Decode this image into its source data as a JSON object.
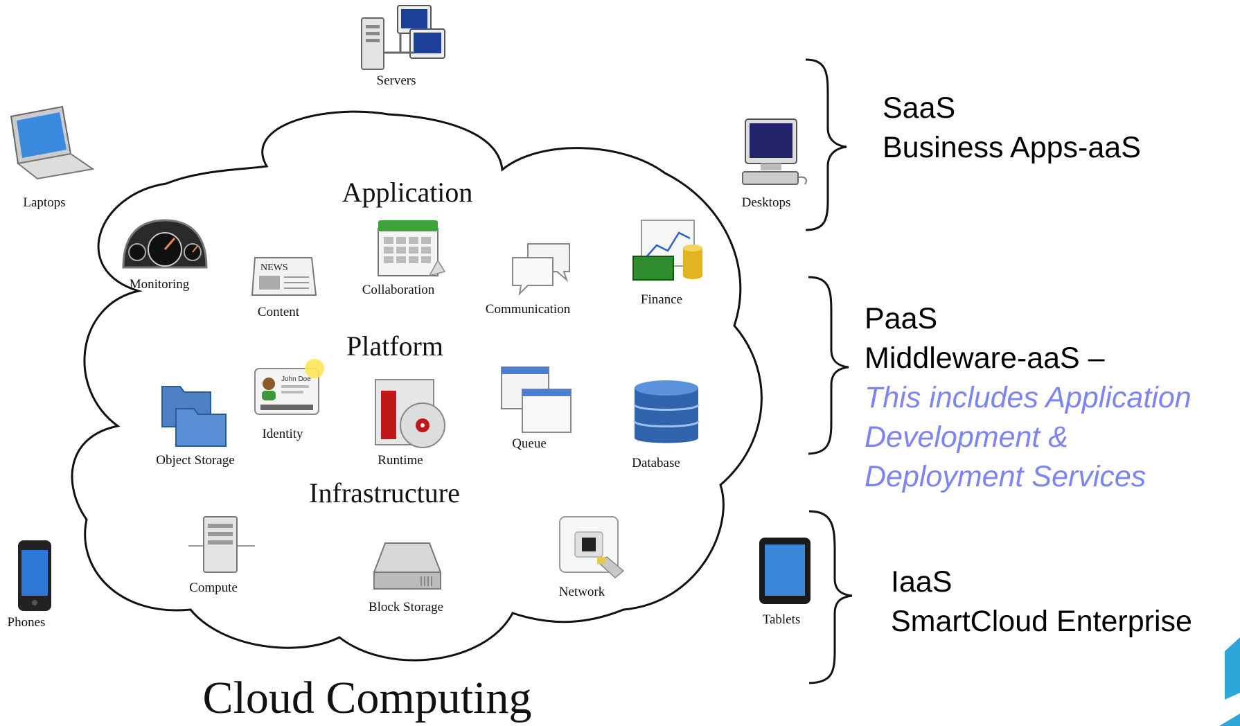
{
  "diagram": {
    "title": "Cloud Computing",
    "sections": {
      "application": "Application",
      "platform": "Platform",
      "infrastructure": "Infrastructure"
    },
    "application_items": {
      "monitoring": "Monitoring",
      "content": "Content",
      "collaboration": "Collaboration",
      "communication": "Communication",
      "finance": "Finance",
      "news_text": "NEWS"
    },
    "platform_items": {
      "identity": "Identity",
      "identity_card_name": "John Doe",
      "object_storage": "Object Storage",
      "runtime": "Runtime",
      "queue": "Queue",
      "database": "Database"
    },
    "infrastructure_items": {
      "compute": "Compute",
      "block_storage": "Block Storage",
      "network": "Network"
    },
    "devices": {
      "servers": "Servers",
      "laptops": "Laptops",
      "desktops": "Desktops",
      "phones": "Phones",
      "tablets": "Tablets"
    }
  },
  "service_layers": {
    "saas": {
      "line1": "SaaS",
      "line2": "Business Apps-aaS"
    },
    "paas": {
      "line1": "PaaS",
      "line2": "Middleware-aaS –",
      "note1": "This includes Application",
      "note2": "Development &",
      "note3": "Deployment Services",
      "note_color": "#7c84f2"
    },
    "iaas": {
      "line1": "IaaS",
      "line2": "SmartCloud Enterprise"
    }
  }
}
